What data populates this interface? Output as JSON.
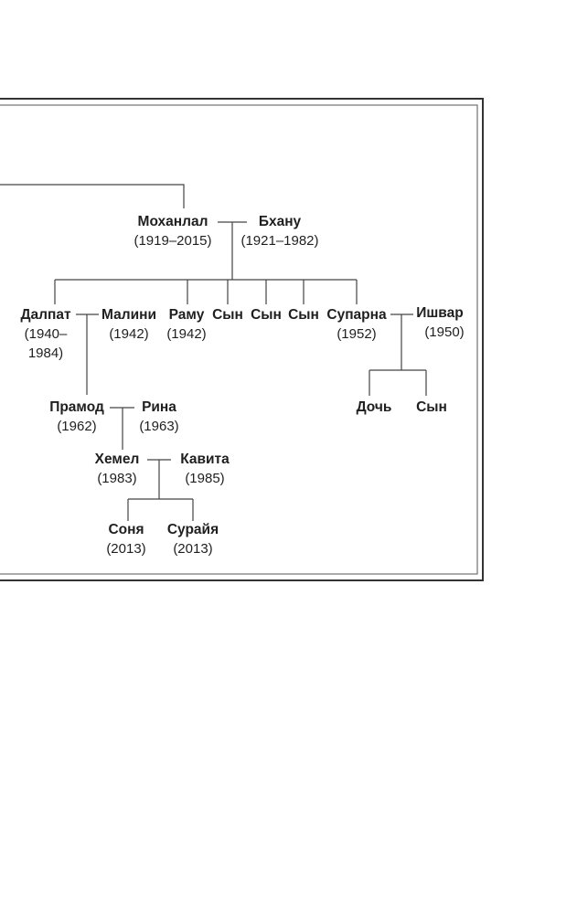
{
  "people": {
    "mohanlal": {
      "name": "Моханлал",
      "years": "(1919–2015)"
    },
    "bhanu": {
      "name": "Бхану",
      "years": "(1921–1982)"
    },
    "dalpat": {
      "name": "Далпат",
      "years_line1": "(1940–",
      "years_line2": "1984)"
    },
    "malini": {
      "name": "Малини",
      "years": "(1942)"
    },
    "ramu": {
      "name": "Раму",
      "years": "(1942)"
    },
    "son1": {
      "name": "Сын"
    },
    "son2": {
      "name": "Сын"
    },
    "son3": {
      "name": "Сын"
    },
    "suparna": {
      "name": "Супарна",
      "years": "(1952)"
    },
    "ishwar": {
      "name": "Ишвар",
      "years": "(1950)"
    },
    "pramod": {
      "name": "Прамод",
      "years": "(1962)"
    },
    "rina": {
      "name": "Рина",
      "years": "(1963)"
    },
    "daughter": {
      "name": "Дочь"
    },
    "son4": {
      "name": "Сын"
    },
    "hemel": {
      "name": "Хемел",
      "years": "(1983)"
    },
    "kavita": {
      "name": "Кавита",
      "years": "(1985)"
    },
    "sonya": {
      "name": "Соня",
      "years": "(2013)"
    },
    "surayya": {
      "name": "Сурайя",
      "years": "(2013)"
    }
  }
}
